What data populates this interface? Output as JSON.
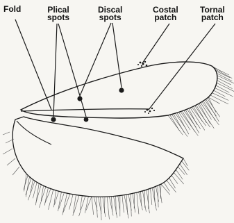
{
  "labels": {
    "fold": [
      "Fold"
    ],
    "plical_spots": [
      "Plical",
      "spots"
    ],
    "discal_spots": [
      "Discal",
      "spots"
    ],
    "costal_patch": [
      "Costal",
      "patch"
    ],
    "tornal_patch": [
      "Tornal",
      "patch"
    ]
  },
  "colors": {
    "ink": "#1a1a1a",
    "background": "#f7f6f2",
    "fringe": "#555555"
  }
}
